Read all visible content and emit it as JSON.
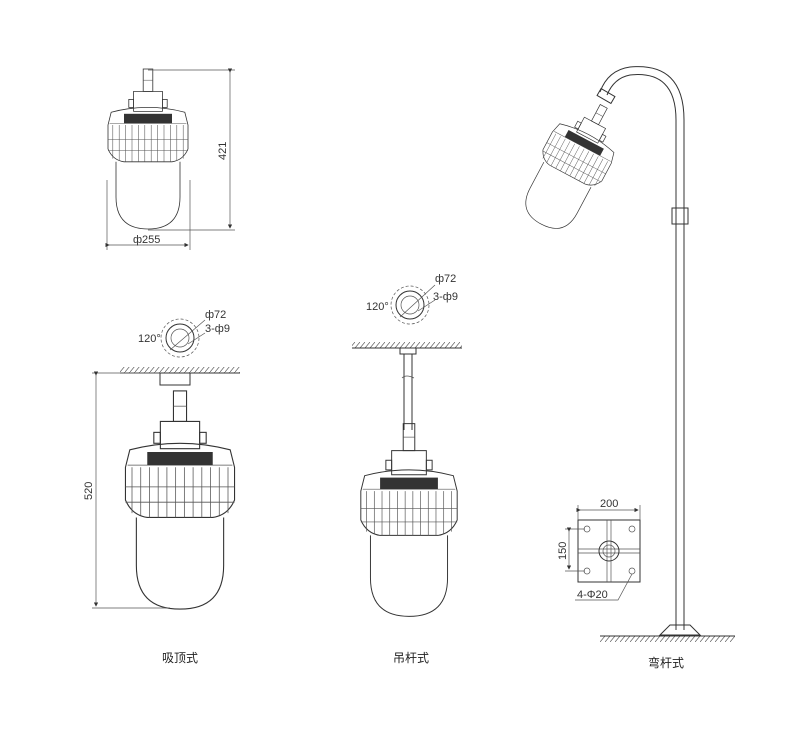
{
  "top_view": {
    "height_label": "421",
    "diameter_label": "ф255"
  },
  "ceiling_mount": {
    "caption": "吸顶式",
    "height_label": "520",
    "flange_diameter": "ф72",
    "angle": "120°",
    "holes": "3-ф9"
  },
  "pendant_mount": {
    "caption": "吊杆式",
    "flange_diameter": "ф72",
    "angle": "120°",
    "holes": "3-ф9"
  },
  "bent_pole_mount": {
    "caption": "弯杆式",
    "base_width": "200",
    "base_depth": "150",
    "base_holes": "4-Φ20"
  },
  "colors": {
    "line": "#333333",
    "background": "#ffffff"
  }
}
